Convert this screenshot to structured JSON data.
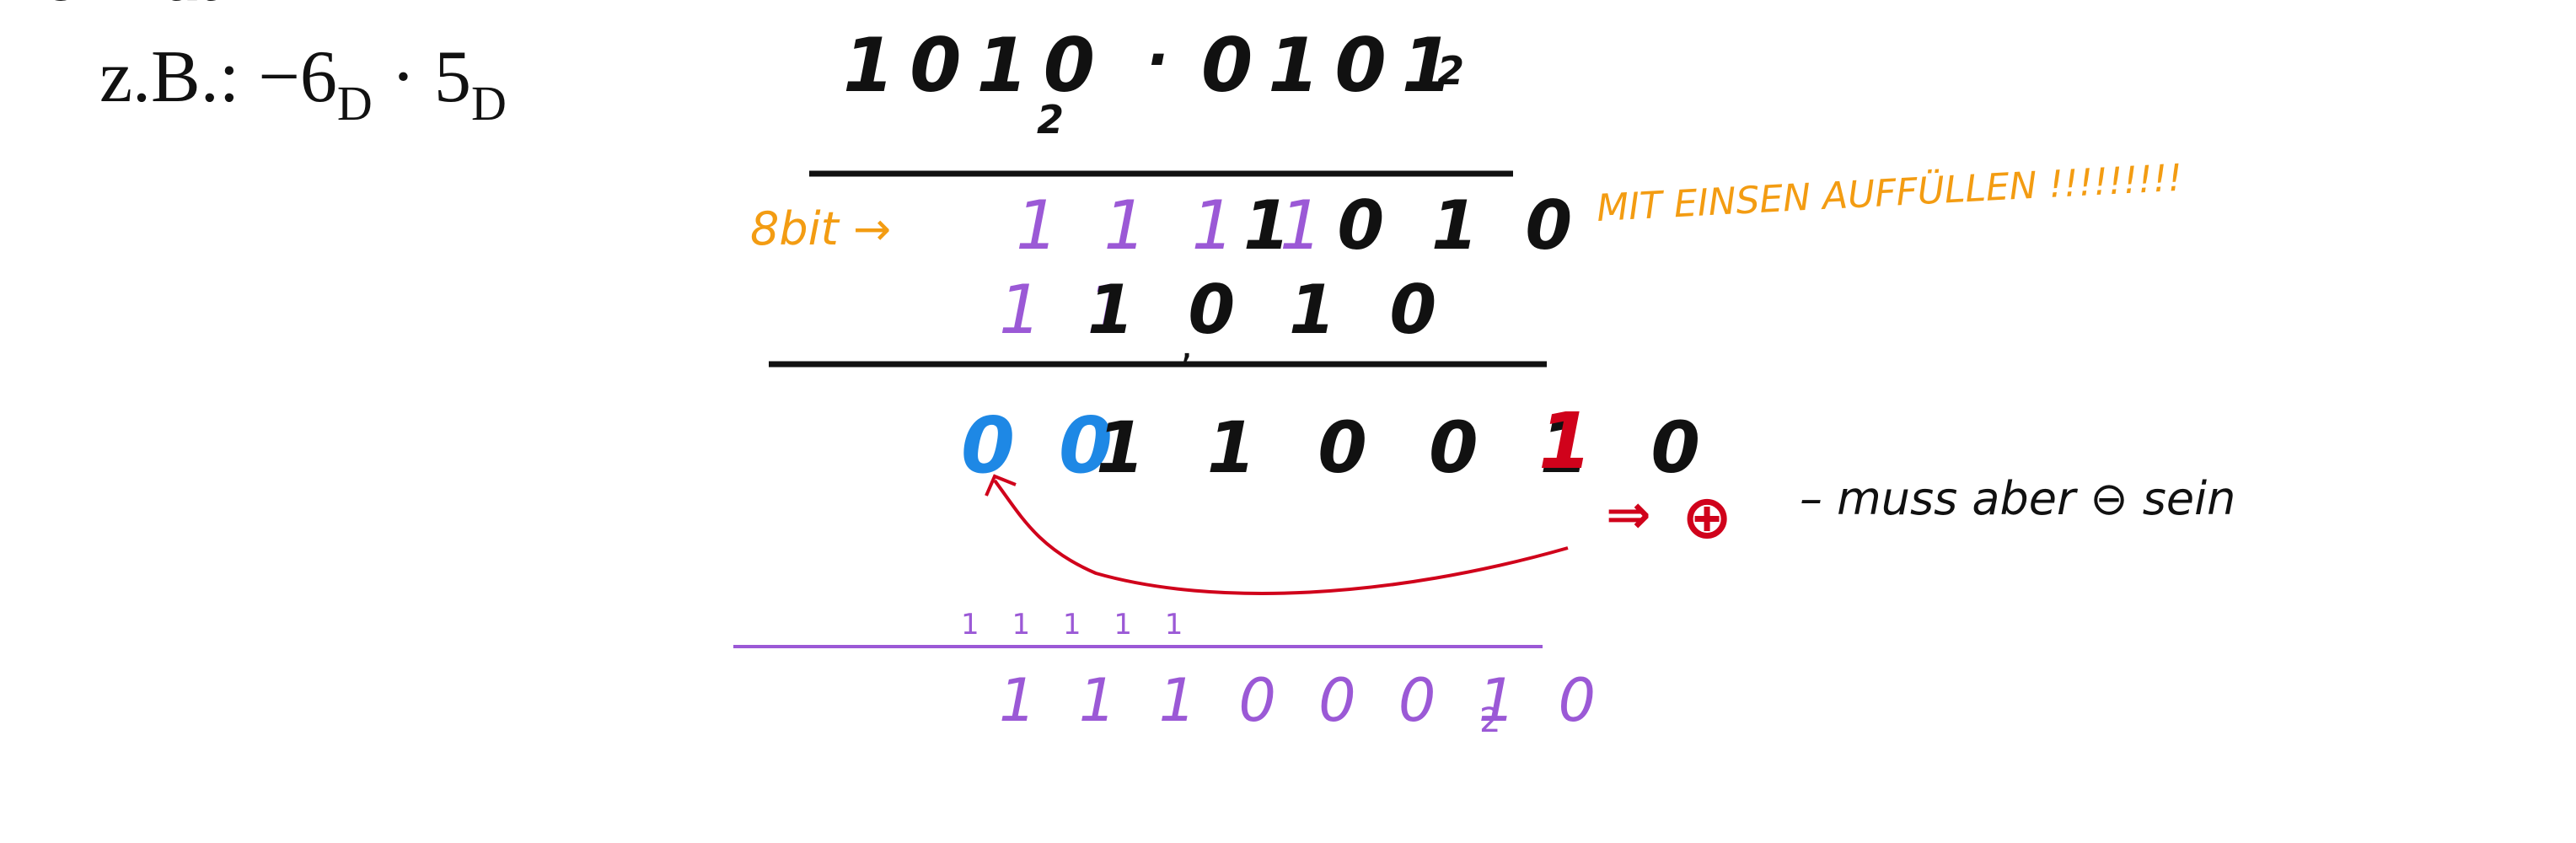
{
  "slide": {
    "heading_fragment": "Format",
    "example": {
      "prefix": "z.B.: −6",
      "sub1": "D",
      "middle": " · 5",
      "sub2": "D"
    }
  },
  "handwriting": {
    "operand_a": "1010",
    "operand_a_base": "2",
    "operator": "·",
    "operand_b": "0101",
    "operand_b_base": "2",
    "extension_label": "8bit  →",
    "extension_note": "MIT EINSEN AUFFÜLLEN !!!!!!!!!",
    "row1_fill": "1 1 1   1",
    "row1_bits": "1 0 1 0",
    "row2_fill": "1 1",
    "row2_bits": "1 0 1 0",
    "carry_mark": ",",
    "result_overflow_bits": "0 0",
    "result_bits": "1 1 0 0 1 0",
    "overflow_bit": "1",
    "arrow_label": "⇒",
    "sign_symbol": "⊕",
    "note": "– muss aber ⊖ sein",
    "carry_ticks": "1  1  1  1     1",
    "correct_result": "1 1 1   0 0 0 1 0",
    "correct_base": "2"
  },
  "colors": {
    "ink": "#111111",
    "orange": "#f39c12",
    "purple": "#9b59d6",
    "blue": "#1e88e5",
    "red": "#d0021b"
  }
}
